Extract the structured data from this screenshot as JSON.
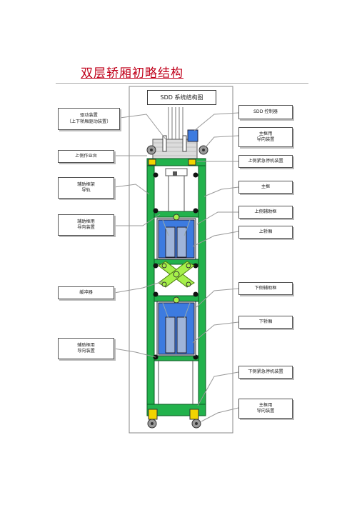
{
  "title": "双层轿厢初略结构",
  "diagram_title": "SDD 系统结构图",
  "colors": {
    "frame": "#22b24c",
    "car": "#3d7be0",
    "link": "#a6f04a",
    "block": "#f2d400",
    "title": "#c0001a"
  },
  "labels_left": [
    {
      "id": "drive",
      "lines": [
        "驱动装置",
        "（上下轿厢驱动装置）"
      ]
    },
    {
      "id": "upper-platform",
      "lines": [
        "上侧作业台"
      ]
    },
    {
      "id": "aux-frame-rail",
      "lines": [
        "辅助框架",
        "导轨"
      ]
    },
    {
      "id": "aux-frame-guide",
      "lines": [
        "辅助框用",
        "导向装置"
      ]
    },
    {
      "id": "damper",
      "lines": [
        "缓冲器"
      ]
    },
    {
      "id": "aux-frame-guide-2",
      "lines": [
        "辅助框用",
        "导向装置"
      ]
    }
  ],
  "labels_right": [
    {
      "id": "sdd-controller",
      "lines": [
        "SDD 控制器"
      ]
    },
    {
      "id": "main-frame-guide-top",
      "lines": [
        "主框用",
        "导向装置"
      ]
    },
    {
      "id": "upper-safety",
      "lines": [
        "上侧紧急停机装置"
      ]
    },
    {
      "id": "main-frame",
      "lines": [
        "主框"
      ]
    },
    {
      "id": "upper-aux-frame",
      "lines": [
        "上侧辅助框"
      ]
    },
    {
      "id": "upper-car",
      "lines": [
        "上轿厢"
      ]
    },
    {
      "id": "lower-aux-frame",
      "lines": [
        "下侧辅助框"
      ]
    },
    {
      "id": "lower-car",
      "lines": [
        "下轿厢"
      ]
    },
    {
      "id": "lower-safety",
      "lines": [
        "下侧紧急停机装置"
      ]
    },
    {
      "id": "main-frame-guide-bottom",
      "lines": [
        "主框用",
        "导向装置"
      ]
    }
  ]
}
